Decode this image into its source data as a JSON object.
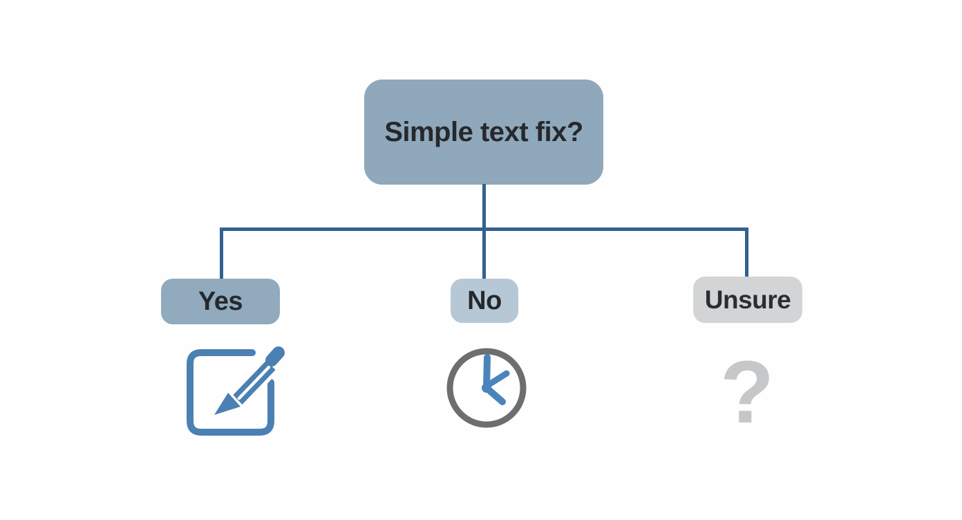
{
  "background": "#fefefe",
  "connector": {
    "color": "#33608f"
  },
  "root": {
    "label": "Simple text fix?",
    "bg": "#8fa8bb",
    "text_color": "#26282b"
  },
  "branches": [
    {
      "label": "Yes",
      "bg": "#91aabd",
      "text_color": "#26282b",
      "icon": "edit-icon",
      "icon_color": "#4a80b2"
    },
    {
      "label": "No",
      "bg": "#b6c8d6",
      "text_color": "#26282b",
      "icon": "clock-icon",
      "icon_ring_color": "#6e6e70",
      "icon_hands_color": "#4a84bd"
    },
    {
      "label": "Unsure",
      "bg": "#d3d4d6",
      "text_color": "#2b2d30",
      "icon": "question-mark-icon",
      "icon_glyph": "?",
      "icon_color": "#c6c7c9"
    }
  ]
}
